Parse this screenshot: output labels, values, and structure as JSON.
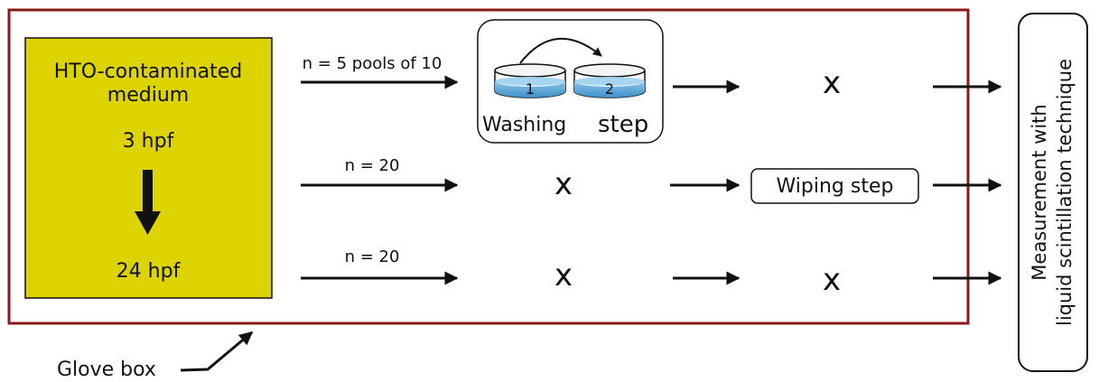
{
  "source_box": {
    "line1": "HTO-contaminated",
    "line2": "medium",
    "start_time": "3 hpf",
    "end_time": "24 hpf",
    "fill_color": "#dcd300"
  },
  "rows": [
    {
      "n_label": "n = 5 pools of 10",
      "step2_mark": "x"
    },
    {
      "n_label": "n = 20",
      "step1_mark": "x",
      "wiping_label": "Wiping step"
    },
    {
      "n_label": "n = 20",
      "step1_mark": "x",
      "step2_mark": "x"
    }
  ],
  "washing": {
    "word1": "Washing",
    "word2": "step",
    "dish1": "1",
    "dish2": "2",
    "water_color": "#5aa7d8"
  },
  "measurement": {
    "line1": "Measurement with",
    "line2": "liquid scintillation technique"
  },
  "glove_box": {
    "label": "Glove box",
    "border_color": "#8b1a1a"
  }
}
